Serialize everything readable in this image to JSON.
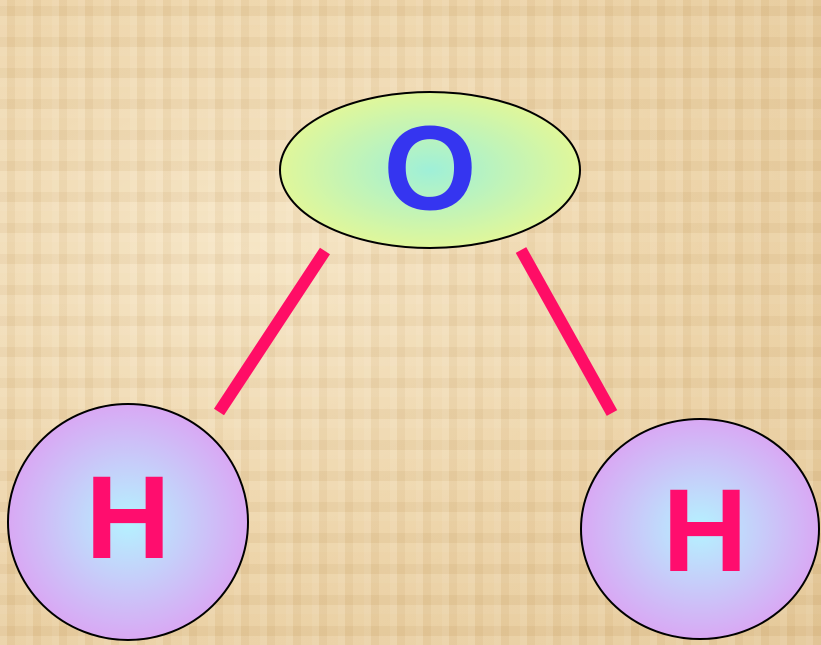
{
  "atoms": {
    "oxygen": {
      "label": "O",
      "fill_edge": "#e0f79a",
      "fill_center": "#9ff0d8",
      "text_color": "#3535f0"
    },
    "hydrogen_left": {
      "label": "H",
      "fill_edge": "#d9a8f4",
      "fill_center": "#b4f2ff",
      "text_color": "#ff0d6e"
    },
    "hydrogen_right": {
      "label": "H",
      "fill_edge": "#d9a8f4",
      "fill_center": "#b4f2ff",
      "text_color": "#ff0d6e"
    }
  },
  "bond_color": "#ff0d66",
  "outline_color": "#000000"
}
